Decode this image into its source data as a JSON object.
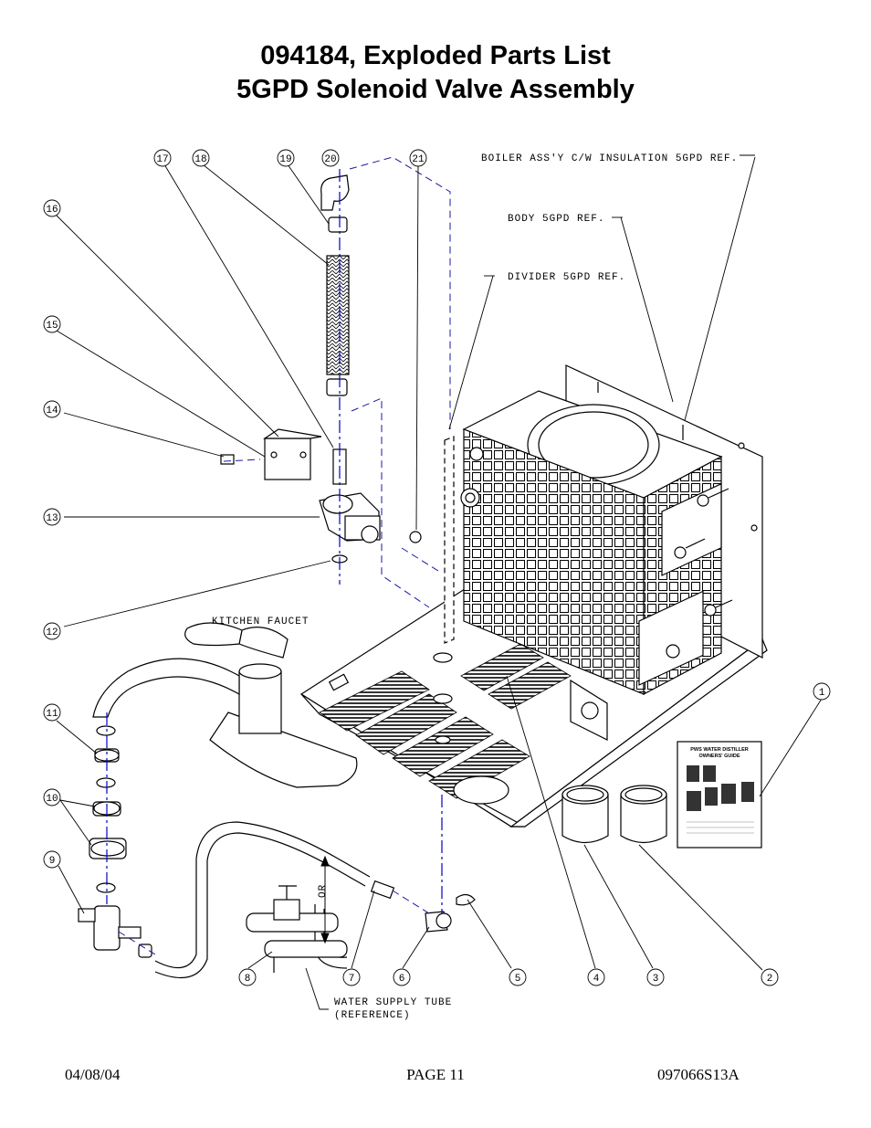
{
  "header": {
    "title_line1": "094184, Exploded Parts List",
    "title_line2": "5GPD Solenoid Valve Assembly"
  },
  "labels": {
    "boiler": "BOILER ASS'Y C/W INSULATION 5GPD REF.",
    "body": "BODY 5GPD REF.",
    "divider": "DIVIDER 5GPD REF.",
    "faucet": "KITCHEN FAUCET",
    "supply_line1": "WATER SUPPLY TUBE",
    "supply_line2": "(REFERENCE)",
    "or": "OR",
    "guide_title1": "PWS WATER DISTILLER",
    "guide_title2": "OWNERS' GUIDE"
  },
  "callouts": [
    "1",
    "2",
    "3",
    "4",
    "5",
    "6",
    "7",
    "8",
    "9",
    "10",
    "11",
    "12",
    "13",
    "14",
    "15",
    "16",
    "17",
    "18",
    "19",
    "20",
    "21"
  ],
  "footer": {
    "date": "04/08/04",
    "page": "PAGE 11",
    "doc": "097066S13A"
  },
  "colors": {
    "line": "#000000",
    "centerline": "#0000cc",
    "dashed": "#1a1aa0"
  }
}
